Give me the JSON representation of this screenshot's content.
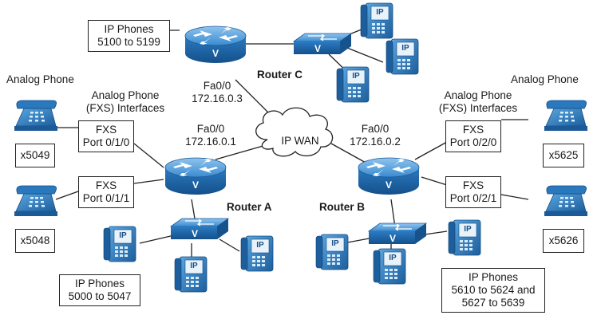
{
  "routers": {
    "a": {
      "name": "Router A",
      "iface": "Fa0/0",
      "ip": "172.16.0.1",
      "badge": "V"
    },
    "b": {
      "name": "Router B",
      "iface": "Fa0/0",
      "ip": "172.16.0.2",
      "badge": "V"
    },
    "c": {
      "name": "Router C",
      "iface": "Fa0/0",
      "ip": "172.16.0.3",
      "badge": "V"
    }
  },
  "switch_badge": "V",
  "wan_label": "IP WAN",
  "ip_phone_label": "IP",
  "left": {
    "analog_phone_label": "Analog Phone",
    "fxs_title_line1": "Analog Phone",
    "fxs_title_line2": "(FXS) Interfaces",
    "fxs_port1": {
      "line1": "FXS",
      "line2": "Port 0/1/0"
    },
    "fxs_port2": {
      "line1": "FXS",
      "line2": "Port 0/1/1"
    },
    "ext1": "x5049",
    "ext2": "x5048"
  },
  "right": {
    "analog_phone_label": "Analog Phone",
    "fxs_title_line1": "Analog Phone",
    "fxs_title_line2": "(FXS) Interfaces",
    "fxs_port1": {
      "line1": "FXS",
      "line2": "Port 0/2/0"
    },
    "fxs_port2": {
      "line1": "FXS",
      "line2": "Port 0/2/1"
    },
    "ext1": "x5625",
    "ext2": "x5626"
  },
  "ip_phone_ranges": {
    "c": {
      "line1": "IP Phones",
      "line2": "5100 to 5199"
    },
    "a": {
      "line1": "IP Phones",
      "line2": "5000 to 5047"
    },
    "b": {
      "line1": "IP Phones",
      "line2": "5610 to 5624 and",
      "line3": "5627 to 5639"
    }
  },
  "colors": {
    "device_blue": "#2f7fc4",
    "device_dark": "#1b5a96",
    "device_light": "#7fb8e6",
    "line": "#222222"
  }
}
